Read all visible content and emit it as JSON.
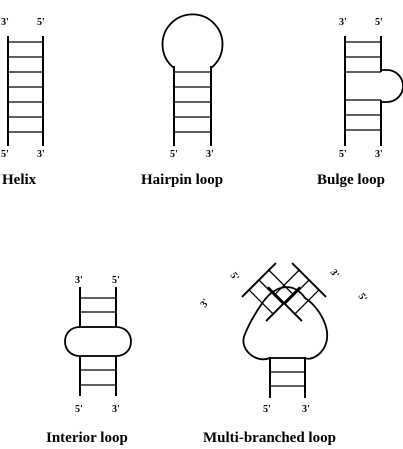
{
  "colors": {
    "background": "#ffffff",
    "ink": "#000000"
  },
  "helix": {
    "caption": "Helix",
    "top_left": "3'",
    "top_right": "5'",
    "bottom_left": "5'",
    "bottom_right": "3'"
  },
  "hairpin": {
    "caption": "Hairpin loop",
    "bottom_left": "5'",
    "bottom_right": "3'"
  },
  "bulge": {
    "caption": "Bulge loop",
    "top_left": "3'",
    "top_right": "5'",
    "bottom_left": "5'",
    "bottom_right": "3'"
  },
  "interior": {
    "caption": "Interior loop",
    "top_left": "3'",
    "top_right": "5'",
    "bottom_left": "5'",
    "bottom_right": "3'"
  },
  "multi": {
    "caption": "Multi-branched loop",
    "left_arm_outer": "3'",
    "left_arm_inner": "5'",
    "right_arm_inner": "3'",
    "right_arm_outer": "5'",
    "bottom_left": "5'",
    "bottom_right": "3'"
  }
}
